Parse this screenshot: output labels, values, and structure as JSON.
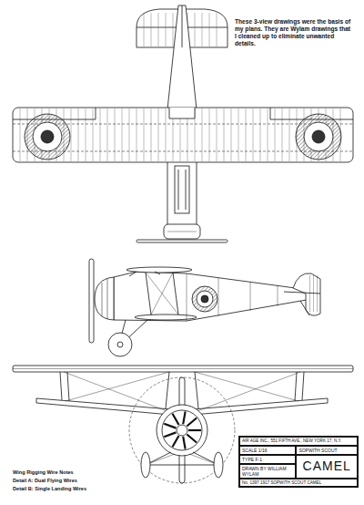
{
  "diagram": {
    "nodes": [
      {
        "text": [
          "AIR AGE INC., 551 FIFTH AVE., NEW YORK 17, N.Y.",
          "SCALE 1/16",
          "TYPE F-1",
          "DRAWN BY WILLIAM WYLAM",
          "SOPWITH SCOUT",
          "CAMEL",
          "No. 1397 1917 SOPWITH SCOUT CAMEL"
        ]
      }
    ],
    "labels": [
      "These 3-view drawings were the basis of my plans. They are Wylam drawings that I cleaned up to eliminate unwanted details.",
      "Wing Rigging Wire Notes",
      "Detail A: Dual Flying Wires",
      "Detail B: Single Landing Wires"
    ]
  }
}
